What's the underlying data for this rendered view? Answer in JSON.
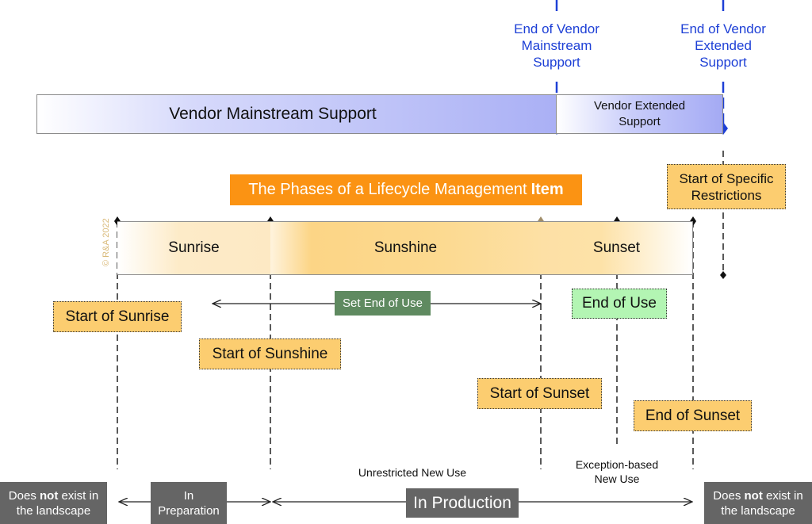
{
  "vendor": {
    "mainstream_bar_label": "Vendor Mainstream Support",
    "extended_bar_label_line1": "Vendor Extended",
    "extended_bar_label_line2": "Support",
    "end_mainstream_label": [
      "End of Vendor",
      "Mainstream",
      "Support"
    ],
    "end_extended_label": [
      "End of Vendor",
      "Extended",
      "Support"
    ],
    "accent_color": "#1e40d6"
  },
  "title": {
    "text": "The Phases of a Lifecycle Management",
    "bold": "Item",
    "color": "#fb9313"
  },
  "copyright": "© R&A 2022",
  "phases": [
    {
      "label": "Sunrise"
    },
    {
      "label": "Sunshine"
    },
    {
      "label": "Sunset"
    }
  ],
  "markers": {
    "start_of_sunrise": "Start of Sunrise",
    "start_of_sunshine": "Start of Sunshine",
    "start_of_sunset": "Start of Sunset",
    "end_of_sunset": "End of Sunset",
    "end_of_use": "End of Use",
    "start_of_specific_restrictions": [
      "Start of Specific",
      "Restrictions"
    ],
    "set_end_of_use": "Set End of Use"
  },
  "states": {
    "not_exist_left": {
      "pre": "Does",
      "bold": "not",
      "post": "exist in",
      "line2": "the landscape"
    },
    "in_preparation": [
      "In",
      "Preparation"
    ],
    "in_production": "In Production",
    "not_exist_right": {
      "pre": "Does",
      "bold": "not",
      "post": "exist in",
      "line2": "the landscape"
    }
  },
  "usage": {
    "unrestricted": "Unrestricted New Use",
    "exception_based": [
      "Exception-based",
      "New Use"
    ]
  }
}
